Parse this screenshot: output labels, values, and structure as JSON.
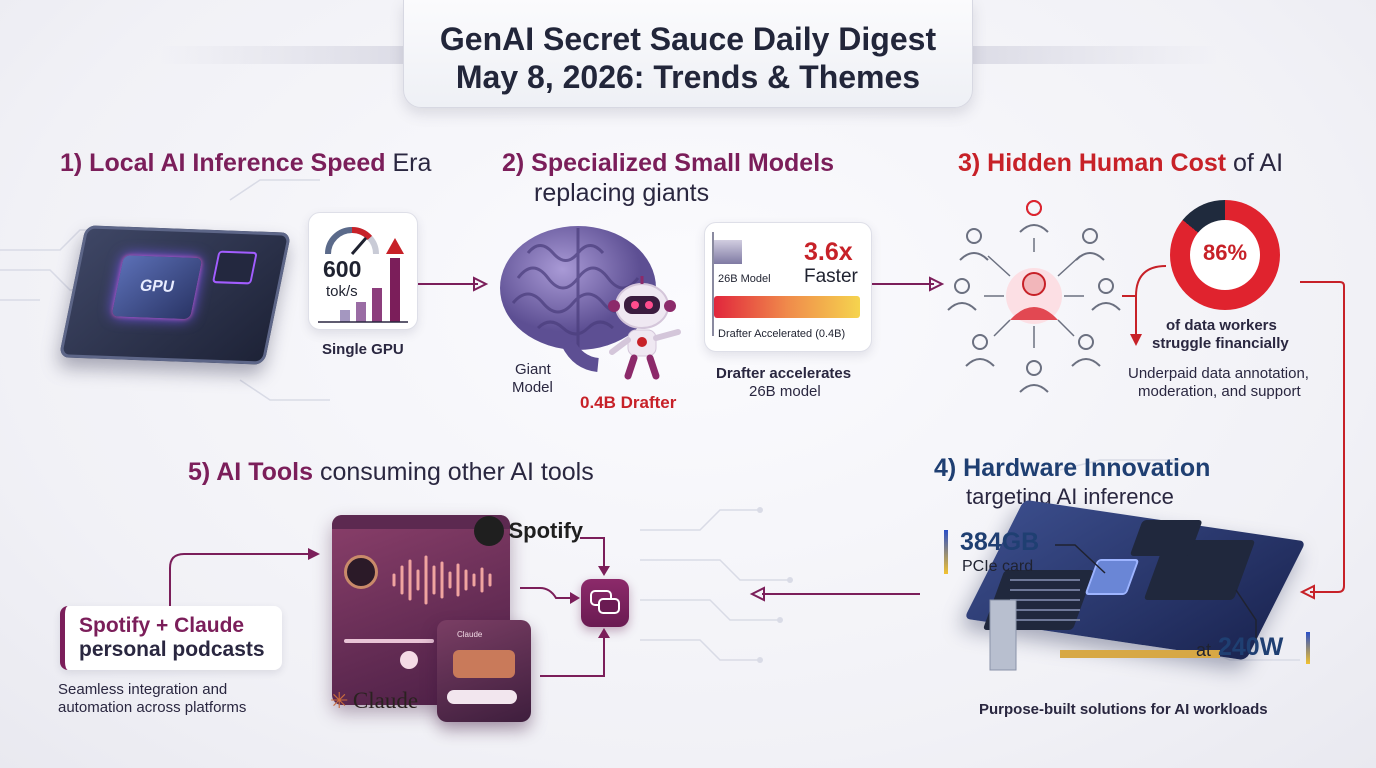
{
  "title": {
    "line1": "GenAI Secret Sauce Daily Digest",
    "line2": "May 8, 2026: Trends & Themes"
  },
  "section1": {
    "heading_bold": "1) Local AI Inference Speed",
    "heading_rest": " Era",
    "chip_label": "GPU",
    "speed_value": "600",
    "speed_unit": "tok/s",
    "caption": "Single GPU"
  },
  "section2": {
    "heading_bold": "2) Specialized Small Models",
    "heading_rest": "replacing giants",
    "giant_label_1": "Giant",
    "giant_label_2": "Model",
    "drafter_label": "0.4B Drafter",
    "multiplier": "3.6x",
    "faster": "Faster",
    "bar1_label": "26B Model",
    "bar2_label": "Drafter Accelerated (0.4B)",
    "caption_bold": "Drafter accelerates",
    "caption_rest": "26B model"
  },
  "section3": {
    "heading_bold": "3) Hidden Human Cost",
    "heading_rest": " of AI",
    "percent": "86%",
    "percent_value": 86,
    "stat_line1": "of data workers",
    "stat_line2": "struggle financially",
    "note_line1": "Underpaid data annotation,",
    "note_line2": "moderation, and support"
  },
  "section4": {
    "heading_bold": "4) Hardware Innovation",
    "heading_rest": "targeting AI inference",
    "memory": "384GB",
    "memory_sub": "PCIe card",
    "power_prefix": "at",
    "power": "240W",
    "caption": "Purpose-built solutions for AI workloads"
  },
  "section5": {
    "heading_bold": "5) AI Tools",
    "heading_rest": " consuming other AI tools",
    "spotify_logo": "Spotify",
    "claude_logo": "Claude",
    "claude_window_label": "Claude",
    "tag_line1": "Spotify + Claude",
    "tag_line2": "personal podcasts",
    "note_line1": "Seamless integration and",
    "note_line2": "automation across platforms"
  },
  "colors": {
    "purple": "#7b1e5a",
    "red": "#c72128",
    "navy": "#1f3f72",
    "dark": "#2a2740"
  }
}
